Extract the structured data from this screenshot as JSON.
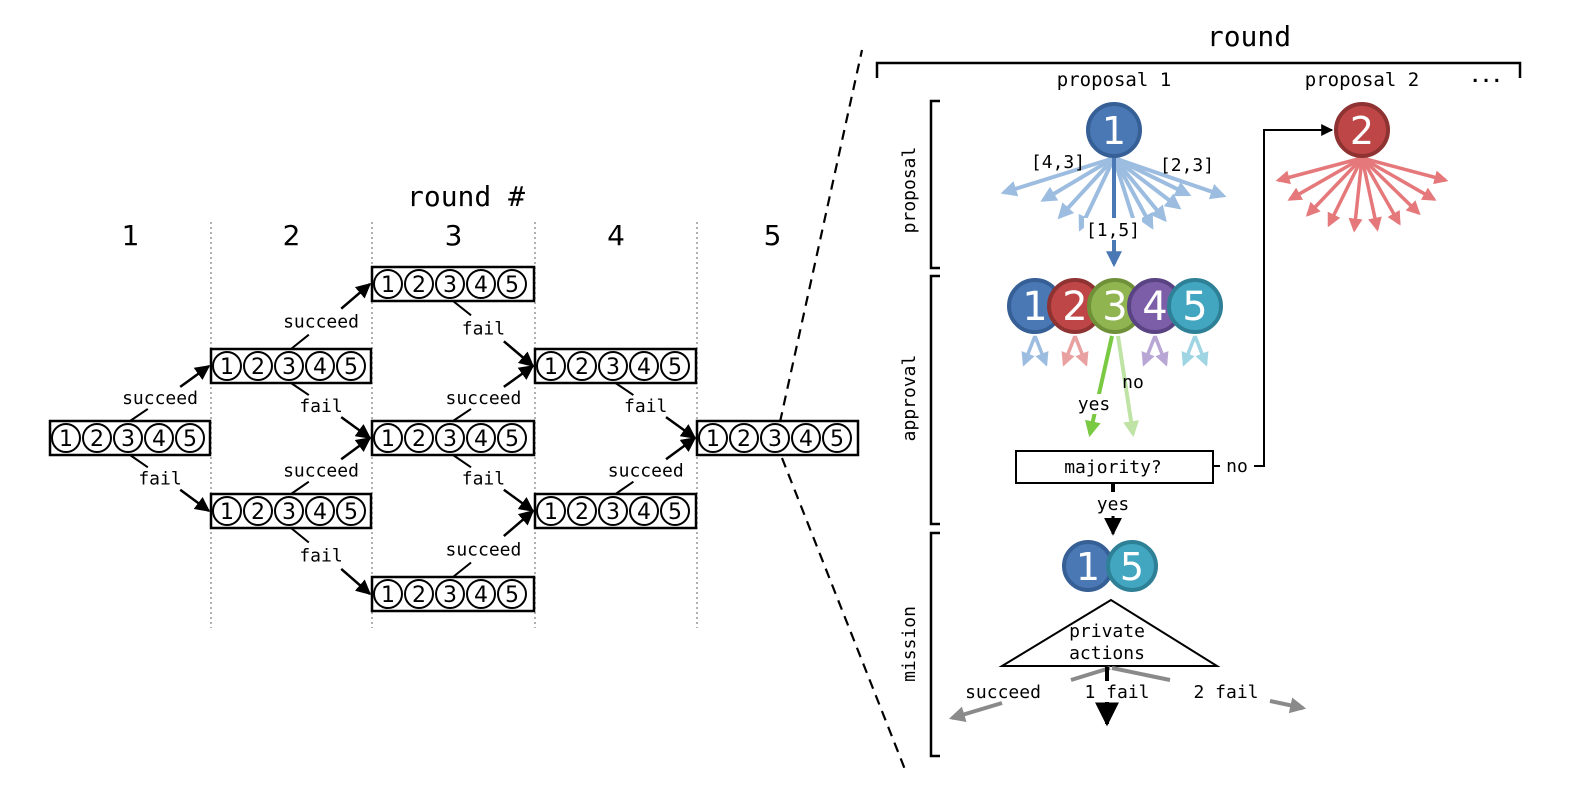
{
  "left": {
    "title": "round #",
    "round_numbers": [
      "1",
      "2",
      "3",
      "4",
      "5"
    ],
    "player_glyphs": [
      "①",
      "②",
      "③",
      "④",
      "⑤"
    ],
    "edge_labels": {
      "succeed": "succeed",
      "fail": "fail"
    },
    "nodes": [
      {
        "id": "r1",
        "round": 1,
        "row": 0
      },
      {
        "id": "r2a",
        "round": 2,
        "row": 1
      },
      {
        "id": "r2b",
        "round": 2,
        "row": -1
      },
      {
        "id": "r3a",
        "round": 3,
        "row": 2
      },
      {
        "id": "r3b",
        "round": 3,
        "row": 0
      },
      {
        "id": "r3c",
        "round": 3,
        "row": -2
      },
      {
        "id": "r4a",
        "round": 4,
        "row": 1
      },
      {
        "id": "r4b",
        "round": 4,
        "row": -1
      },
      {
        "id": "r5",
        "round": 5,
        "row": 0
      }
    ],
    "edges": [
      {
        "from": "r1",
        "to": "r2a",
        "label": "succeed"
      },
      {
        "from": "r1",
        "to": "r2b",
        "label": "fail"
      },
      {
        "from": "r2a",
        "to": "r3a",
        "label": "succeed"
      },
      {
        "from": "r2a",
        "to": "r3b",
        "label": "fail"
      },
      {
        "from": "r2b",
        "to": "r3b",
        "label": "succeed"
      },
      {
        "from": "r2b",
        "to": "r3c",
        "label": "fail"
      },
      {
        "from": "r3a",
        "to": "r4a",
        "label": "fail"
      },
      {
        "from": "r3b",
        "to": "r4a",
        "label": "succeed"
      },
      {
        "from": "r3b",
        "to": "r4b",
        "label": "fail"
      },
      {
        "from": "r3c",
        "to": "r4b",
        "label": "succeed"
      },
      {
        "from": "r4a",
        "to": "r5",
        "label": "fail"
      },
      {
        "from": "r4b",
        "to": "r5",
        "label": "succeed"
      }
    ]
  },
  "right": {
    "title": "round",
    "proposal_headers": [
      "proposal 1",
      "proposal 2",
      "..."
    ],
    "phase_labels": [
      "proposal",
      "approval",
      "mission"
    ],
    "leader_1": "1",
    "leader_2": "2",
    "proposal_labels": [
      "[4,3]",
      "[2,3]",
      "[1,5]"
    ],
    "voters": [
      "1",
      "2",
      "3",
      "4",
      "5"
    ],
    "vote_labels": {
      "yes": "yes",
      "no": "no"
    },
    "majority_label": "majority?",
    "majority_no": "no",
    "majority_yes": "yes",
    "team": [
      "1",
      "5"
    ],
    "private_actions": [
      "private",
      "actions"
    ],
    "outcomes": [
      "succeed",
      "1 fail",
      "2 fail"
    ]
  },
  "colors": {
    "player_1": "#4a78b5",
    "player_2": "#bf4646",
    "player_3": "#8fb450",
    "player_4": "#7b5ea7",
    "player_5": "#42a6c0",
    "light_blue": "#9dbde0",
    "light_red": "#e5787a",
    "yes_green": "#7ac943",
    "no_green": "#bfe3a5",
    "grey": "#8a8a8a"
  }
}
